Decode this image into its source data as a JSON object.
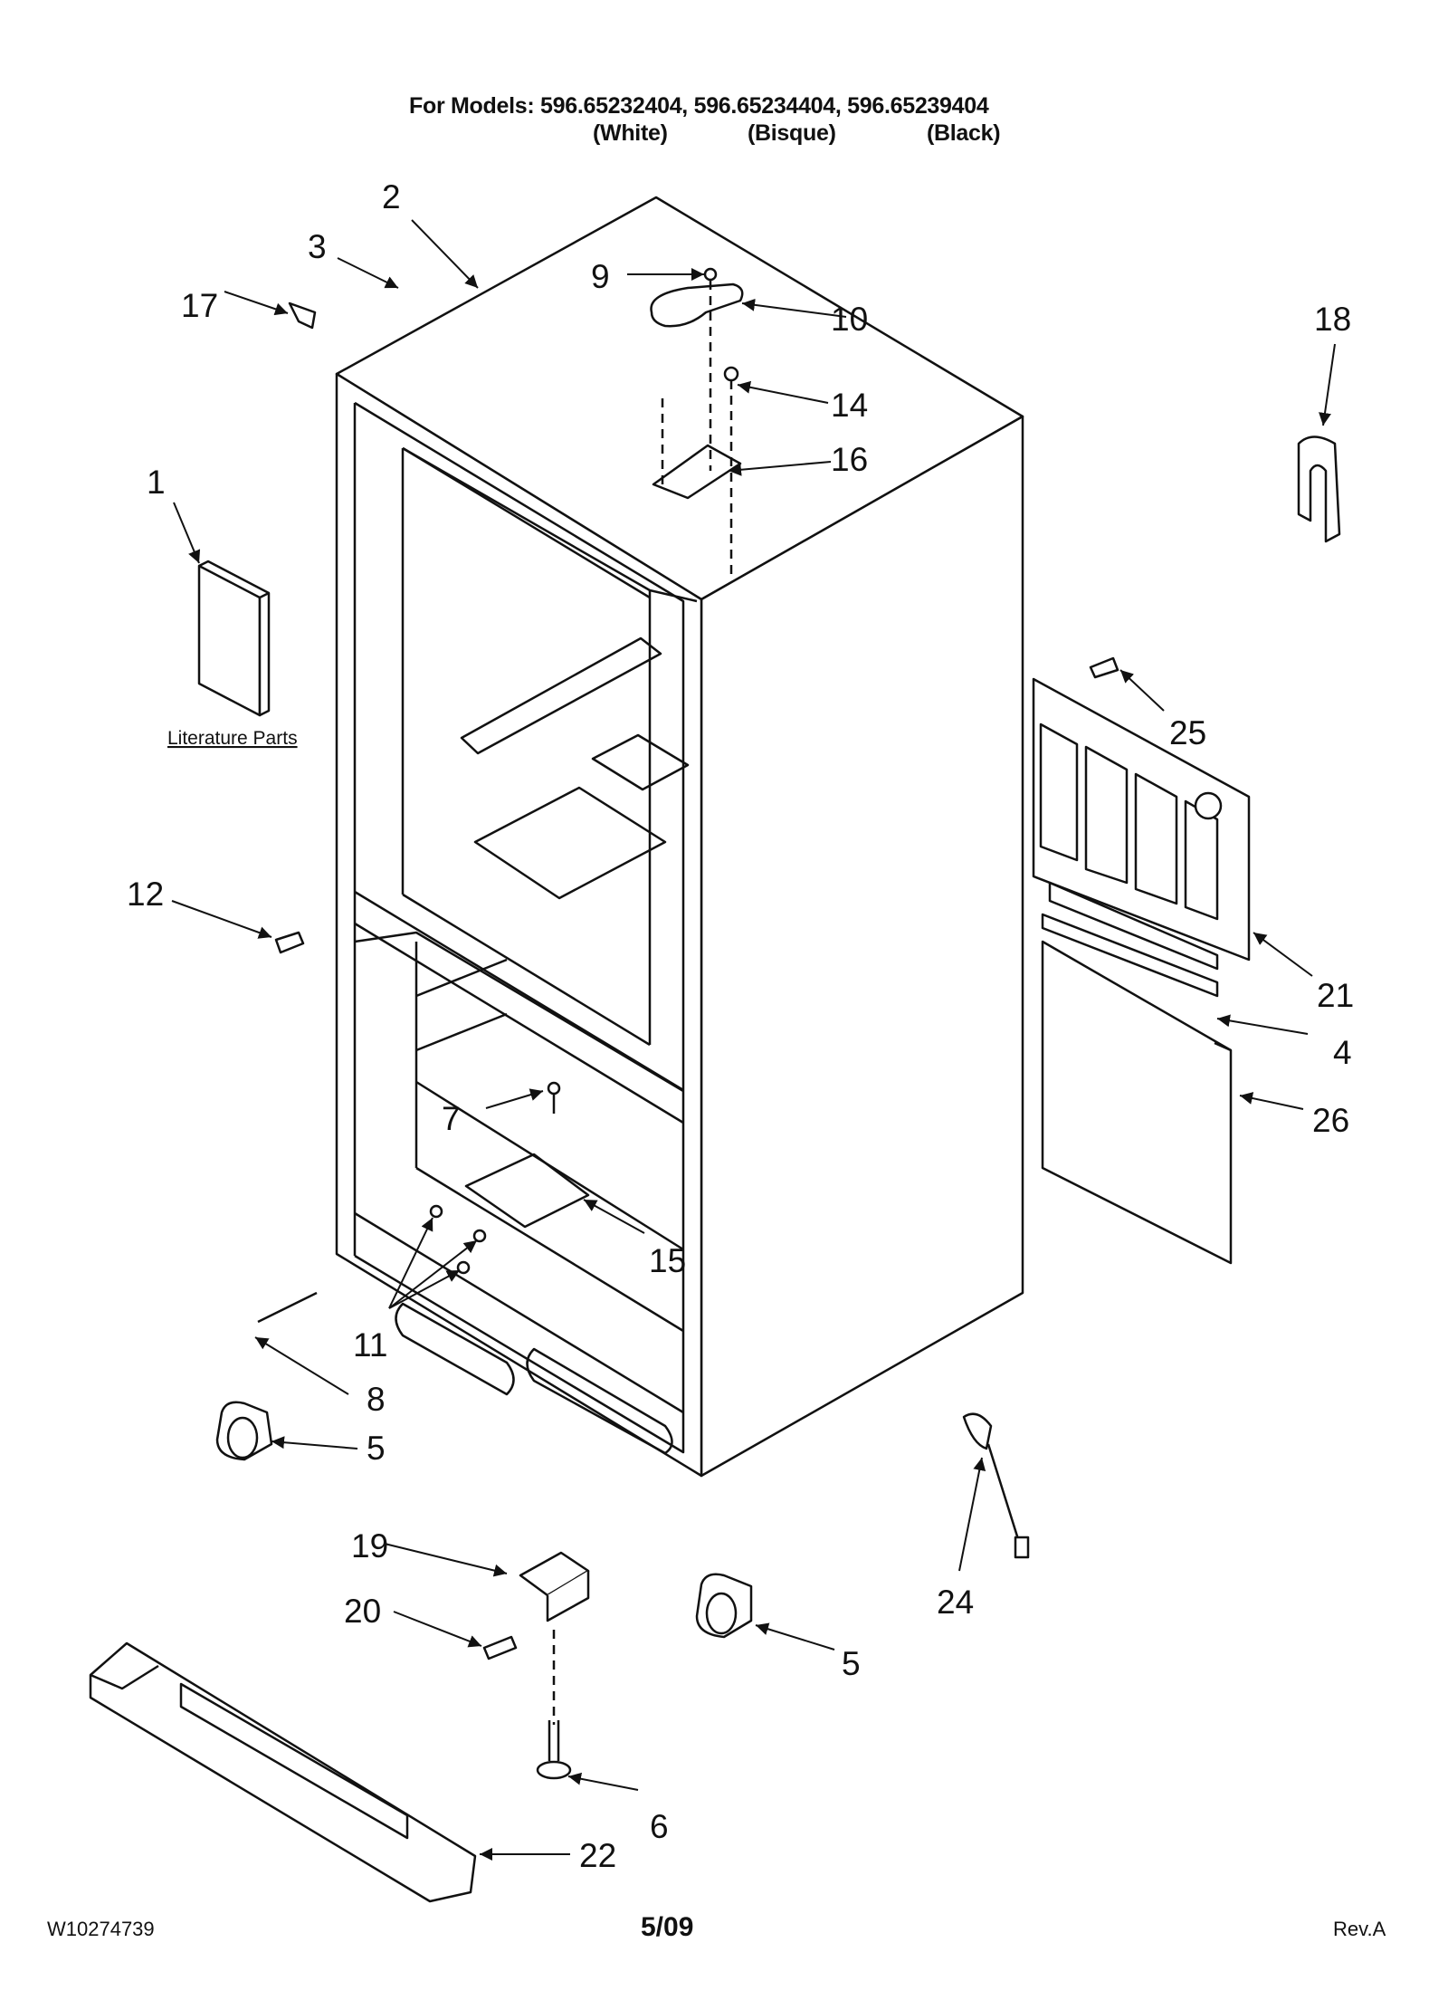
{
  "header": {
    "models_line": "For Models: 596.65232404, 596.65234404, 596.65239404",
    "color_white": "(White)",
    "color_bisque": "(Bisque)",
    "color_black": "(Black)"
  },
  "callouts": {
    "c1": "1",
    "c2": "2",
    "c3": "3",
    "c4": "4",
    "c5a": "5",
    "c5b": "5",
    "c6": "6",
    "c7": "7",
    "c8": "8",
    "c9": "9",
    "c10": "10",
    "c11": "11",
    "c12": "12",
    "c14": "14",
    "c15": "15",
    "c16": "16",
    "c17": "17",
    "c18": "18",
    "c19": "19",
    "c20": "20",
    "c21": "21",
    "c22": "22",
    "c24": "24",
    "c25": "25",
    "c26": "26"
  },
  "literature_label": "Literature Parts",
  "footer": {
    "doc_number": "W10274739",
    "date": "5/09",
    "revision": "Rev.A"
  }
}
